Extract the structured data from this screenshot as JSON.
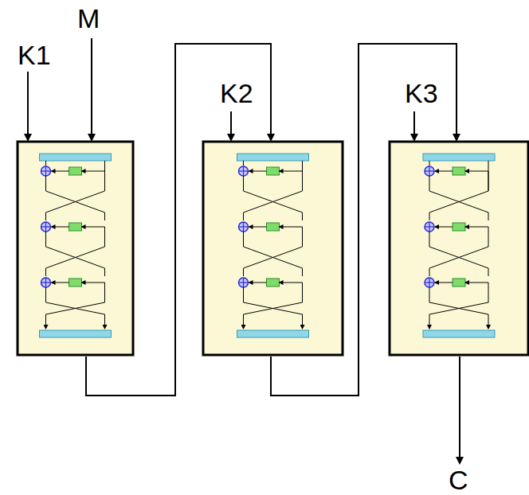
{
  "diagram": {
    "labels": [
      "M",
      "K1",
      "K2",
      "K3",
      "C"
    ]
  }
}
